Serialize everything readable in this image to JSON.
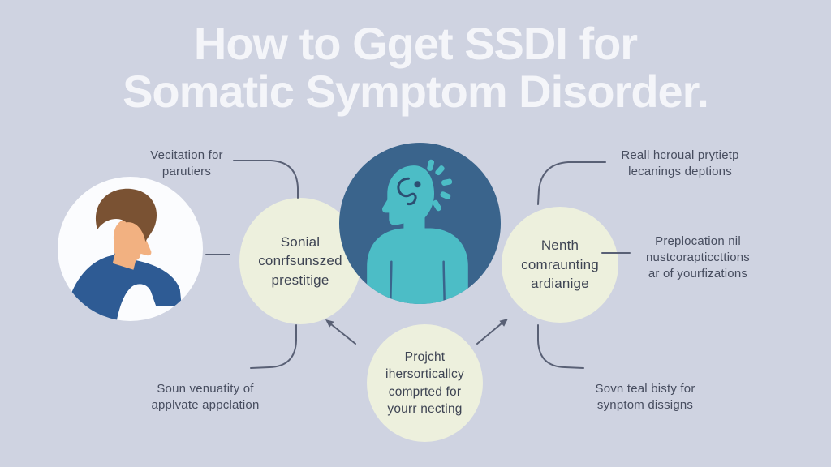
{
  "title": {
    "line1": "How to Gget SSDI for",
    "line2": "Somatic Symptom Disorder."
  },
  "nodes": {
    "left_bubble": {
      "lines": [
        "Sonial",
        "conrfsunszed",
        "prestitige"
      ]
    },
    "right_bubble": {
      "lines": [
        "Nenth",
        "comraunting",
        "ardianige"
      ]
    },
    "bottom_bubble": {
      "lines": [
        "Projcht",
        "ihersorticallcy",
        "comprted for",
        "yourr necting"
      ]
    }
  },
  "labels": {
    "top_left": {
      "lines": [
        "Vecitation for",
        "parutiers"
      ]
    },
    "top_right": {
      "lines": [
        "Reall hcroual prytietp",
        "lecanings deptions"
      ]
    },
    "right_side": {
      "lines": [
        "Preplocation nil",
        "nustcorapticcttions",
        "ar of yourfizations"
      ]
    },
    "bottom_left": {
      "lines": [
        "Soun venuatity of",
        "applvate appclation"
      ]
    },
    "bottom_right": {
      "lines": [
        "Sovn teal bisty for",
        "synptom dissigns"
      ]
    }
  },
  "icons": {
    "center": "stressed-person-icon",
    "left": "slouched-person-icon"
  },
  "colors": {
    "background": "#cfd3e1",
    "title_text": "#f4f5f9",
    "label_text": "#474d5f",
    "bubble_text": "#3e4453",
    "bubble_fill": "#edf0dd",
    "connector": "#596075",
    "center_circle": "#3a648c",
    "figure_teal": "#4cbdc6",
    "figure_ink": "#2c4f72",
    "photo_circle": "#fbfcfe",
    "hair_brown": "#7a5233",
    "skin": "#f2b181",
    "shirt_blue": "#2e5b94"
  }
}
